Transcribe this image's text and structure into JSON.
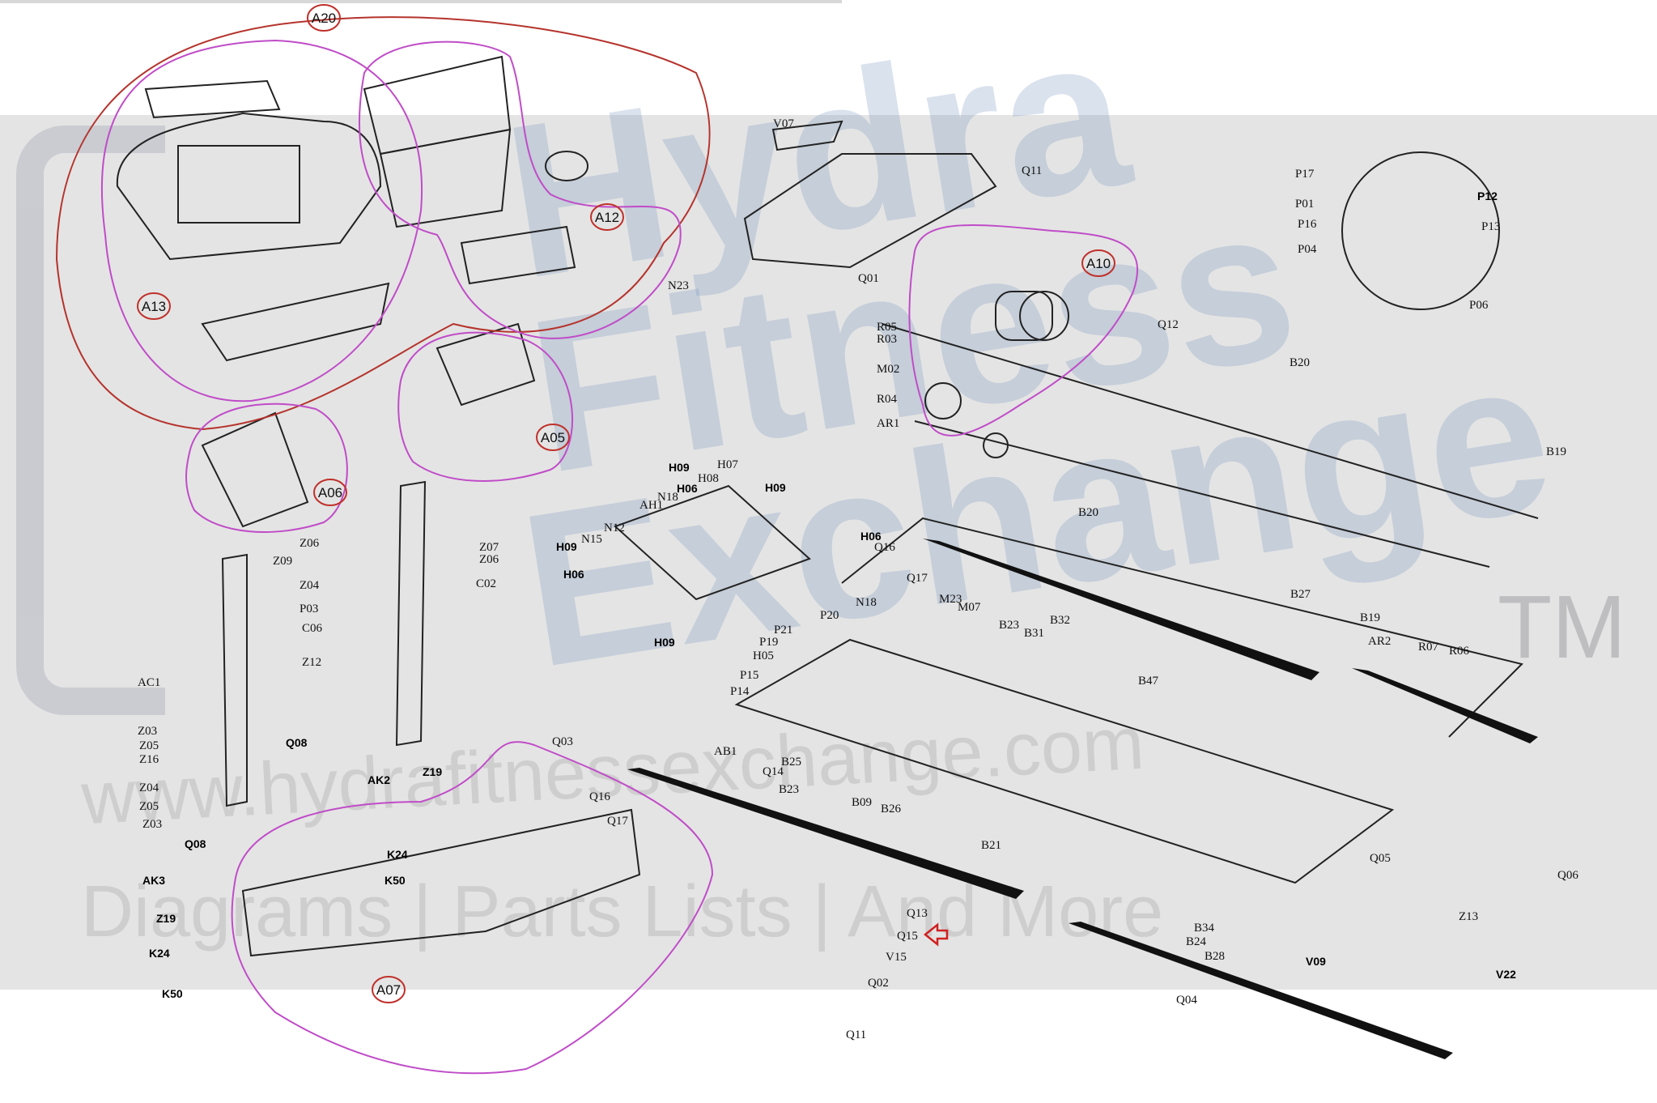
{
  "watermark": {
    "line1": "Hydra",
    "line2": "Fitness",
    "line3": "Exchange",
    "trademark": "TM",
    "url": "www.hydrafitnessexchange.com",
    "tagline": "Diagrams | Parts Lists | And More"
  },
  "colors": {
    "assembly_outline": "#c04cc8",
    "master_outline": "#b5332c",
    "assembly_badge": "#c0302a",
    "line_art": "#222222",
    "pointer_arrow": "#d02020"
  },
  "assemblies": [
    {
      "id": "A20"
    },
    {
      "id": "A13"
    },
    {
      "id": "A12"
    },
    {
      "id": "A10"
    },
    {
      "id": "A05"
    },
    {
      "id": "A06"
    },
    {
      "id": "A07"
    }
  ],
  "part_labels": [
    "V07",
    "Q11",
    "Q01",
    "P17",
    "P12",
    "P01",
    "P13",
    "P16",
    "P04",
    "P06",
    "N23",
    "R05",
    "R03",
    "M02",
    "R04",
    "AR1",
    "Q12",
    "B20",
    "B19",
    "B20",
    "B27",
    "B19",
    "AR2",
    "R07",
    "R06",
    "H09",
    "H07",
    "H08",
    "H06",
    "H09",
    "AH1",
    "N18",
    "N12",
    "N15",
    "H09",
    "H06",
    "H06",
    "H09",
    "Q16",
    "Q17",
    "Z06",
    "Z09",
    "Z04",
    "Z07",
    "Z06",
    "C02",
    "P03",
    "C06",
    "Z12",
    "AC1",
    "N18",
    "M23",
    "M07",
    "P20",
    "P21",
    "P19",
    "H05",
    "P15",
    "P14",
    "B23",
    "B31",
    "B32",
    "B47",
    "Z03",
    "Z05",
    "Z16",
    "Z04",
    "Z05",
    "Z03",
    "Q08",
    "AK2",
    "Z19",
    "K24",
    "K50",
    "Q08",
    "AK3",
    "Z19",
    "K24",
    "K50",
    "Q03",
    "Q16",
    "Q17",
    "AB1",
    "Q14",
    "B25",
    "B23",
    "B09",
    "B26",
    "B21",
    "Q13",
    "Q15",
    "V15",
    "Q02",
    "Q11",
    "Q04",
    "B34",
    "B24",
    "B28",
    "V09",
    "Q05",
    "Q06",
    "Z13",
    "V22"
  ]
}
